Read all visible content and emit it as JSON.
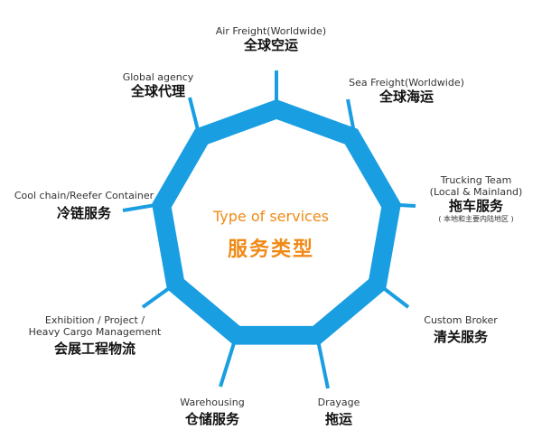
{
  "center": {
    "title_en": "Type of services",
    "title_zh": "服务类型"
  },
  "services": [
    {
      "en": "Air Freight(Worldwide)",
      "zh": "全球空运"
    },
    {
      "en": "Sea Freight(Worldwide)",
      "zh": "全球海运"
    },
    {
      "en1": "Trucking Team",
      "en2": "(Local & Mainland)",
      "zh": "拖车服务",
      "note": "( 本地和主要内陆地区 )"
    },
    {
      "en": "Custom Broker",
      "zh": "清关服务"
    },
    {
      "en": "Drayage",
      "zh": "拖运"
    },
    {
      "en": "Warehousing",
      "zh": "仓储服务"
    },
    {
      "en1": "Exhibition / Project /",
      "en2": "Heavy Cargo Management",
      "zh": "会展工程物流"
    },
    {
      "en": "Cool chain/Reefer Container",
      "zh": "冷链服务"
    },
    {
      "en": "Global agency",
      "zh": "全球代理"
    }
  ],
  "colors": {
    "ring": "#1a9ee2",
    "spoke": "#1a9ee2",
    "accent": "#f08a17"
  }
}
